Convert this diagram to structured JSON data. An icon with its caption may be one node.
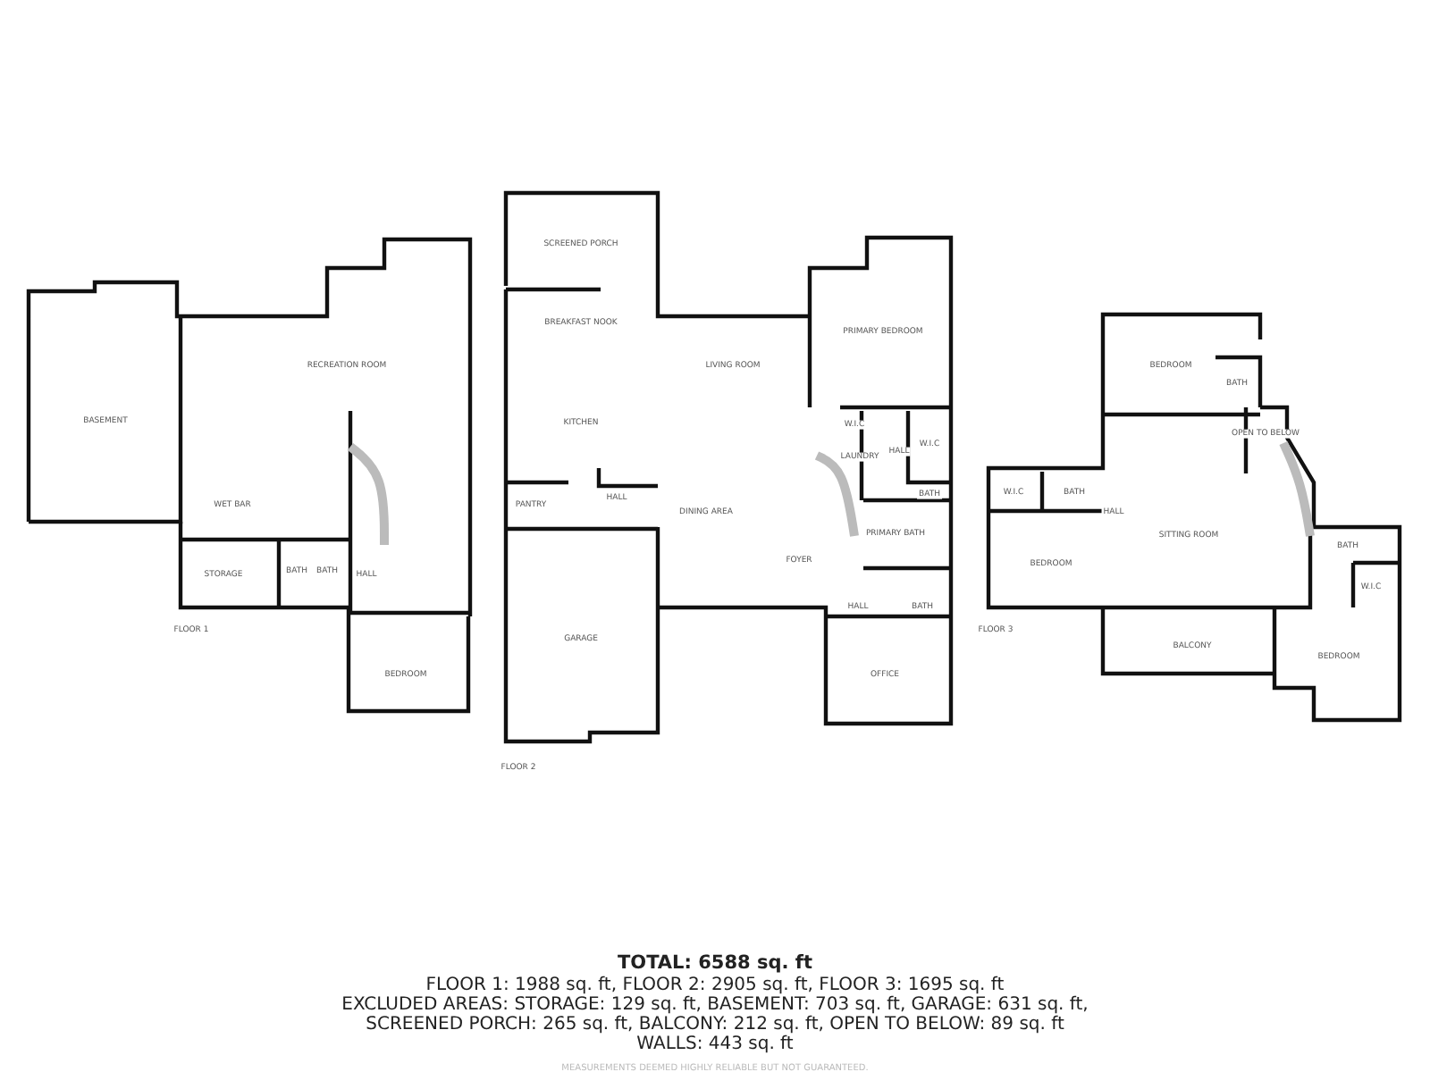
{
  "diagram": {
    "title": "TOTAL: 6588 sq. ft",
    "labels": [
      "BASEMENT",
      "RECREATION ROOM",
      "WET BAR",
      "STORAGE",
      "BATH",
      "BATH",
      "HALL",
      "BEDROOM",
      "FLOOR 1",
      "SCREENED PORCH",
      "BREAKFAST NOOK",
      "KITCHEN",
      "LIVING ROOM",
      "PANTRY",
      "HALL",
      "DINING AREA",
      "GARAGE",
      "FLOOR 2",
      "PRIMARY BEDROOM",
      "W.I.C",
      "LAUNDRY",
      "HALL",
      "W.I.C",
      "BATH",
      "PRIMARY BATH",
      "FOYER",
      "HALL",
      "BATH",
      "OFFICE",
      "BEDROOM",
      "BATH",
      "OPEN TO BELOW",
      "W.I.C",
      "BATH",
      "HALL",
      "SITTING ROOM",
      "BEDROOM",
      "BATH",
      "W.I.C",
      "BALCONY",
      "BEDROOM",
      "FLOOR 3",
      "FLOOR 1: 1988 sq. ft, FLOOR 2: 2905 sq. ft, FLOOR 3: 1695 sq. ft",
      "EXCLUDED AREAS: STORAGE: 129 sq. ft, BASEMENT: 703 sq. ft, GARAGE: 631 sq. ft,",
      "SCREENED PORCH: 265 sq. ft, BALCONY: 212 sq. ft, OPEN TO BELOW: 89 sq. ft",
      "WALLS: 443 sq. ft",
      "MEASUREMENTS DEEMED HIGHLY RELIABLE BUT NOT GUARANTEED."
    ]
  }
}
